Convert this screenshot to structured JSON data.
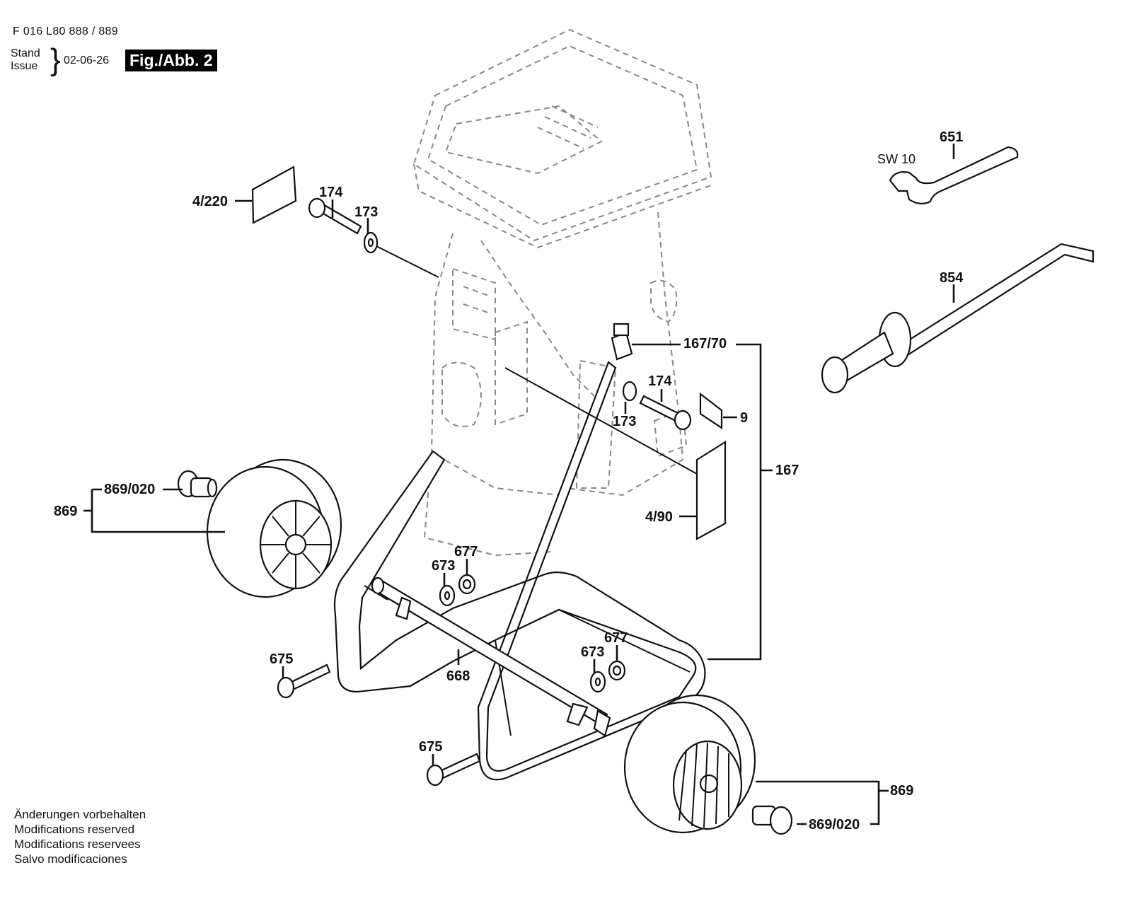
{
  "header": {
    "part_number": "F 016 L80 888 / 889",
    "stand_label": "Stand",
    "issue_label": "Issue",
    "date": "02-06-26",
    "figure": "Fig./Abb. 2"
  },
  "footer": {
    "lines": [
      "Änderungen vorbehalten",
      "Modifications reserved",
      "Modifications reservees",
      "Salvo modificaciones"
    ]
  },
  "callouts": {
    "c4_220": "4/220",
    "c174_top": "174",
    "c173_top": "173",
    "c651": "651",
    "sw10": "SW 10",
    "c854": "854",
    "c167_70": "167/70",
    "c174_right": "174",
    "c173_right": "173",
    "c9": "9",
    "c167": "167",
    "c4_90": "4/90",
    "c869_020_left": "869/020",
    "c869_left": "869",
    "c677_a": "677",
    "c673_a": "673",
    "c677_b": "677",
    "c673_b": "673",
    "c675_a": "675",
    "c668": "668",
    "c675_b": "675",
    "c869_right": "869",
    "c869_020_right": "869/020"
  }
}
